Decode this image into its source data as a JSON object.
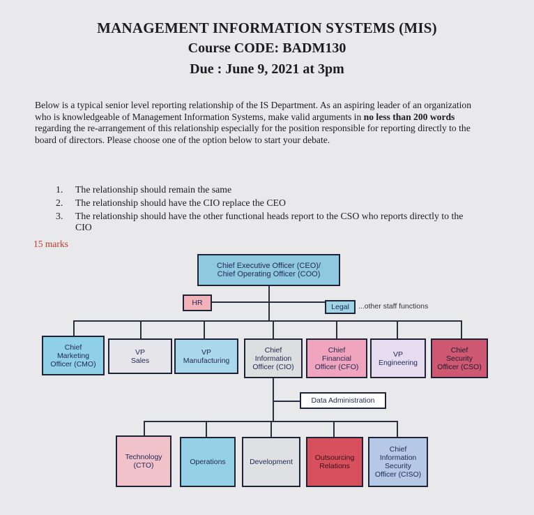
{
  "header": {
    "title": "MANAGEMENT INFORMATION SYSTEMS (MIS)",
    "course": "Course CODE: BADM130",
    "due": "Due : June 9, 2021 at 3pm"
  },
  "instructions": {
    "part1": "Below is a typical senior level reporting relationship of the IS Department. As an aspiring leader of an organization who is knowledgeable of Management Information Systems, make valid arguments in ",
    "bold": "no less than 200 words",
    "part2": " regarding the re-arrangement of this relationship especially for the position responsible for reporting directly to the board of directors. Please choose one of the option below to start your debate."
  },
  "options": [
    {
      "num": "1.",
      "text": "The relationship should remain the same"
    },
    {
      "num": "2.",
      "text": "The relationship should have the CIO replace the CEO"
    },
    {
      "num": "3.",
      "text": "The relationship should have the other functional heads report to the CSO who reports directly to the CIO"
    }
  ],
  "marks": "15 marks",
  "org_chart": {
    "top": {
      "label": "Chief Executive Officer (CEO)/\nChief Operating Officer (COO)"
    },
    "staff": {
      "hr": "HR",
      "legal": "Legal",
      "other": "...other staff functions"
    },
    "level2": [
      {
        "label": "Chief\nMarketing\nOfficer (CMO)"
      },
      {
        "label": "VP\nSales"
      },
      {
        "label": "VP\nManufacturing"
      },
      {
        "label": "Chief\nInformation\nOfficer (CIO)"
      },
      {
        "label": "Chief\nFinancial\nOfficer (CFO)"
      },
      {
        "label": "VP\nEngineering"
      },
      {
        "label": "Chief\nSecurity\nOfficer (CSO)"
      }
    ],
    "data_admin": "Data Administration",
    "level3": [
      {
        "label": "Technology\n(CTO)"
      },
      {
        "label": "Operations"
      },
      {
        "label": "Development"
      },
      {
        "label": "Outsourcing\nRelations"
      },
      {
        "label": "Chief\nInformation\nSecurity\nOfficer (CISO)"
      }
    ],
    "colors": {
      "border": "#1d2236",
      "line": "#2a2e3e",
      "ceo": "#8fc9e0",
      "cso": "#cf5873",
      "outsourcing": "#d8505e"
    }
  }
}
